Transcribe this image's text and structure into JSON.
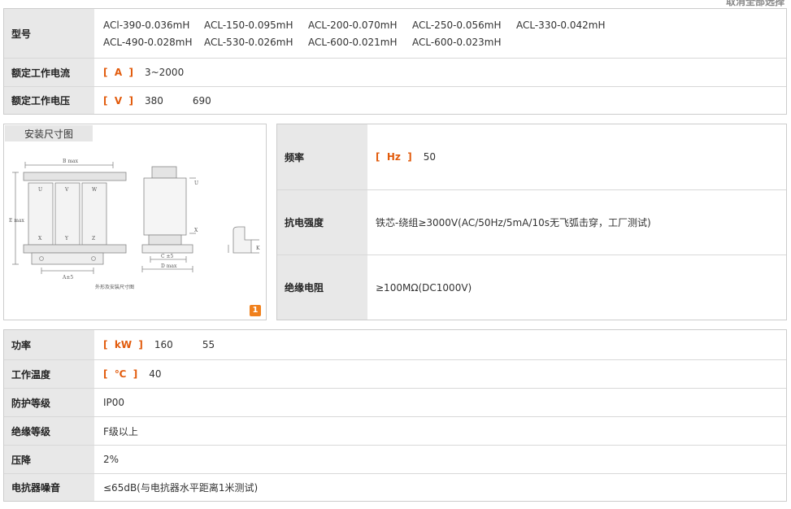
{
  "header": {
    "cancel_label": "取消全部选择"
  },
  "top_table": {
    "model": {
      "label": "型号",
      "items": [
        "ACl-390-0.036mH",
        "ACL-150-0.095mH",
        "ACL-200-0.070mH",
        "ACL-250-0.056mH",
        "ACL-330-0.042mH",
        "ACL-490-0.028mH",
        "ACL-530-0.026mH",
        "ACL-600-0.021mH",
        "ACL-600-0.023mH"
      ]
    },
    "current": {
      "label": "额定工作电流",
      "unit": "[  A  ]",
      "values": [
        "3~2000"
      ]
    },
    "voltage": {
      "label": "额定工作电压",
      "unit": "[  V  ]",
      "values": [
        "380",
        "690"
      ]
    }
  },
  "drawing": {
    "tab_label": "安装尺寸图",
    "caption": "外形及安装尺寸图",
    "dim_b": "B max",
    "dim_e": "E max",
    "dim_a": "A±5",
    "dim_c": "C ±5",
    "dim_d": "D max",
    "dim_k": "K",
    "coil_top": [
      "U",
      "V",
      "W"
    ],
    "coil_bottom": [
      "X",
      "Y",
      "Z"
    ],
    "side_top": "U",
    "side_bottom": "X",
    "badge": "1"
  },
  "specs": {
    "frequency": {
      "label": "频率",
      "unit": "[  Hz  ]",
      "value": "50"
    },
    "dielectric": {
      "label": "抗电强度",
      "value": "铁芯-绕组≥3000V(AC/50Hz/5mA/10s无飞弧击穿，工厂测试)"
    },
    "insulation_resistance": {
      "label": "绝缘电阻",
      "value": "≥100MΩ(DC1000V)"
    }
  },
  "bottom_table": {
    "power": {
      "label": "功率",
      "unit": "[  kW  ]",
      "values": [
        "160",
        "55"
      ]
    },
    "temperature": {
      "label": "工作温度",
      "unit": "[  ℃  ]",
      "values": [
        "40"
      ]
    },
    "protection": {
      "label": "防护等级",
      "value": "IP00"
    },
    "insulation_class": {
      "label": "绝缘等级",
      "value": "F级以上"
    },
    "voltage_drop": {
      "label": "压降",
      "value": "2%"
    },
    "noise": {
      "label": "电抗器噪音",
      "value": "≤65dB(与电抗器水平距离1米测试)"
    }
  },
  "colors": {
    "accent": "#e25b0c",
    "label_bg": "#e8e8e8",
    "border": "#cccccc"
  }
}
